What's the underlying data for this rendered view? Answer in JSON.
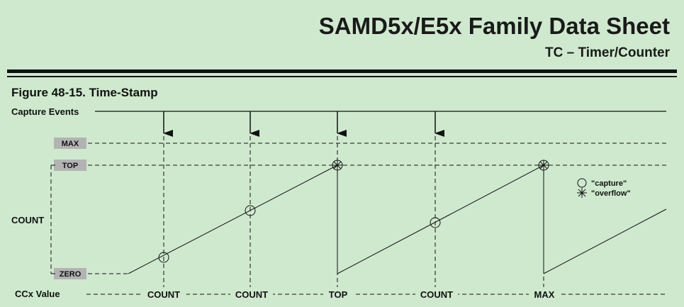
{
  "header": {
    "title": "SAMD5x/E5x Family Data Sheet",
    "subtitle": "TC – Timer/Counter"
  },
  "figure": {
    "title": "Figure 48-15. Time-Stamp",
    "capture_events_label": "Capture Events",
    "levels": {
      "max": "MAX",
      "top": "TOP",
      "zero": "ZERO"
    },
    "count_axis_label": "COUNT",
    "ccx_label": "CCx Value",
    "ccx_values": [
      "COUNT",
      "COUNT",
      "TOP",
      "COUNT",
      "MAX"
    ],
    "legend": {
      "capture": "\"capture\"",
      "overflow": "\"overflow\""
    }
  },
  "colors": {
    "background": "#cfe9cf",
    "level_tag": "#b3b3b3",
    "ink": "#111111"
  }
}
